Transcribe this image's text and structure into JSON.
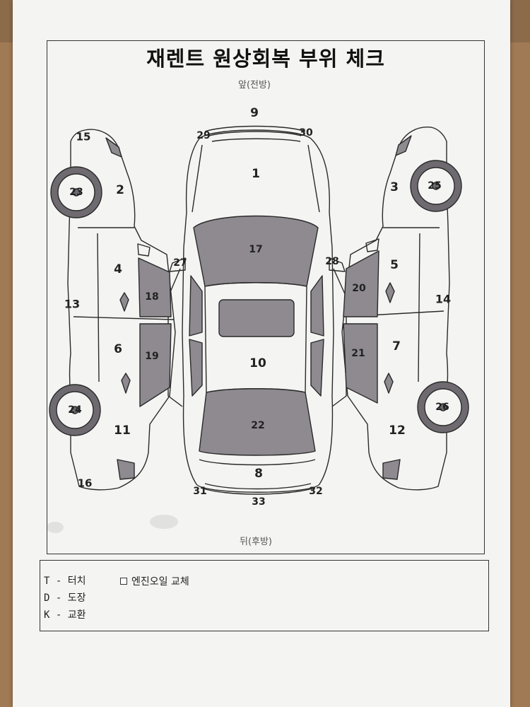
{
  "document": {
    "title": "재렌트 원상회복 부위 체크",
    "front_label": "앞(전방)",
    "rear_label": "뒤(후방)"
  },
  "parts": [
    {
      "id": "1",
      "label": "1"
    },
    {
      "id": "2",
      "label": "2"
    },
    {
      "id": "3",
      "label": "3"
    },
    {
      "id": "4",
      "label": "4"
    },
    {
      "id": "5",
      "label": "5"
    },
    {
      "id": "6",
      "label": "6"
    },
    {
      "id": "7",
      "label": "7"
    },
    {
      "id": "8",
      "label": "8"
    },
    {
      "id": "9",
      "label": "9"
    },
    {
      "id": "10",
      "label": "10"
    },
    {
      "id": "11",
      "label": "11"
    },
    {
      "id": "12",
      "label": "12"
    },
    {
      "id": "13",
      "label": "13"
    },
    {
      "id": "14",
      "label": "14"
    },
    {
      "id": "15",
      "label": "15"
    },
    {
      "id": "16",
      "label": "16"
    },
    {
      "id": "17",
      "label": "17"
    },
    {
      "id": "18",
      "label": "18"
    },
    {
      "id": "19",
      "label": "19"
    },
    {
      "id": "20",
      "label": "20"
    },
    {
      "id": "21",
      "label": "21"
    },
    {
      "id": "22",
      "label": "22"
    },
    {
      "id": "23",
      "label": "23"
    },
    {
      "id": "24",
      "label": "24"
    },
    {
      "id": "25",
      "label": "25"
    },
    {
      "id": "26",
      "label": "26"
    },
    {
      "id": "27",
      "label": "27"
    },
    {
      "id": "28",
      "label": "28"
    },
    {
      "id": "29",
      "label": "29"
    },
    {
      "id": "30",
      "label": "30"
    },
    {
      "id": "31",
      "label": "31"
    },
    {
      "id": "32",
      "label": "32"
    },
    {
      "id": "33",
      "label": "33"
    }
  ],
  "legend": {
    "touch": "T - 터치",
    "paint": "D - 도장",
    "replace": "K - 교환",
    "oil_change": "엔진오일 교체"
  },
  "colors": {
    "paper": "#f4f4f2",
    "ink": "#222222",
    "glass_fill": "#8e8a90",
    "tire_fill": "#6e6a70"
  }
}
